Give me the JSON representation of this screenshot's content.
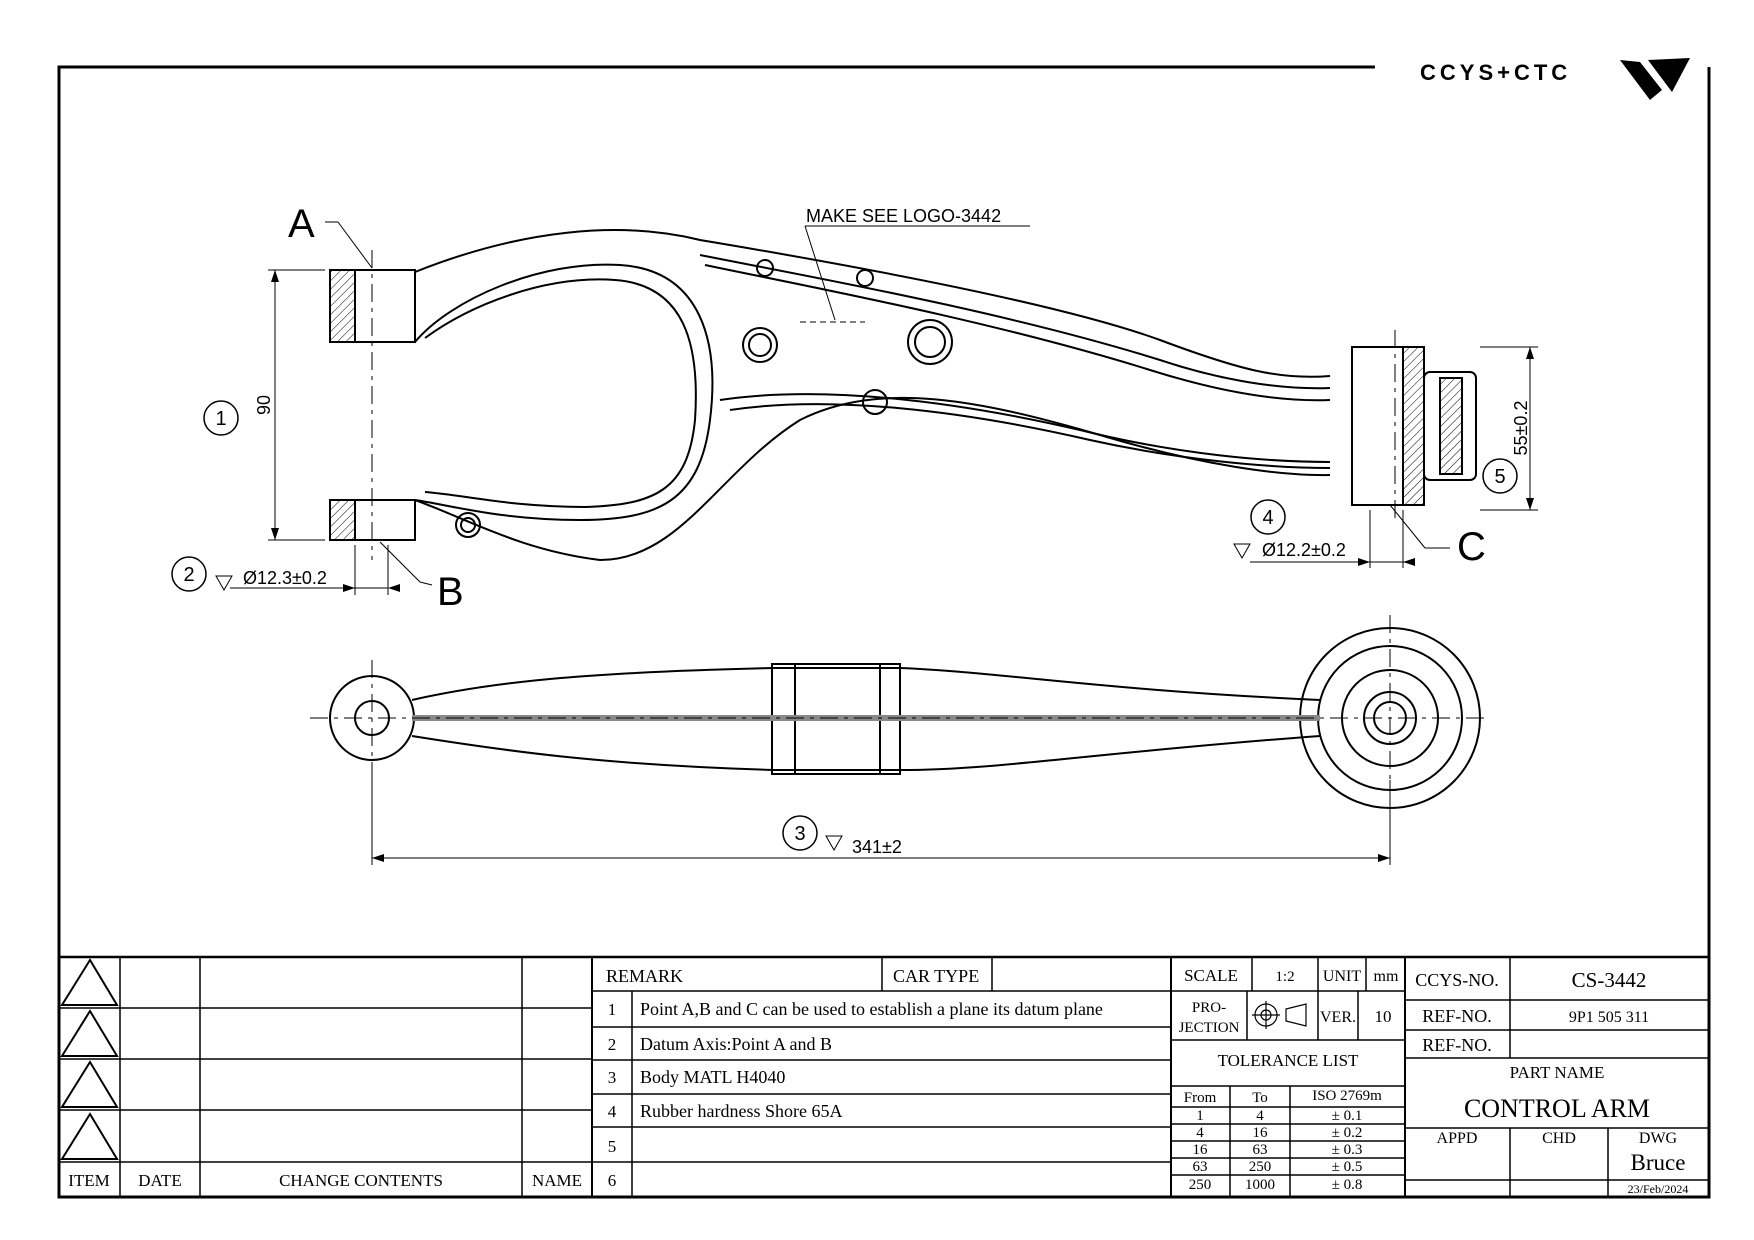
{
  "brand": {
    "logo_text": "CCYS+CTC"
  },
  "callouts": {
    "point_a": "A",
    "point_b": "B",
    "point_c": "C",
    "make_see_logo": "MAKE SEE LOGO-3442"
  },
  "dimensions": {
    "d1": {
      "num": "1",
      "value": "90"
    },
    "d2": {
      "num": "2",
      "value": "Ø12.3±0.2"
    },
    "d3": {
      "num": "3",
      "value": "341±2"
    },
    "d4": {
      "num": "4",
      "value": "Ø12.2±0.2"
    },
    "d5": {
      "num": "5",
      "value": "55±0.2"
    }
  },
  "revision_table": {
    "headers": {
      "item": "ITEM",
      "date": "DATE",
      "change": "CHANGE CONTENTS",
      "name": "NAME"
    }
  },
  "remarks": {
    "header": "REMARK",
    "car_type_label": "CAR TYPE",
    "car_type_value": "",
    "rows": [
      {
        "num": "1",
        "text": "Point A,B and C can be used to establish a plane its datum plane"
      },
      {
        "num": "2",
        "text": "Datum Axis:Point A and B"
      },
      {
        "num": "3",
        "text": "Body MATL H4040"
      },
      {
        "num": "4",
        "text": "Rubber hardness Shore 65A"
      },
      {
        "num": "5",
        "text": ""
      },
      {
        "num": "6",
        "text": ""
      }
    ]
  },
  "title_block": {
    "scale_label": "SCALE",
    "scale_value": "1:2",
    "unit_label": "UNIT",
    "unit_value": "mm",
    "projection_label_1": "PRO-",
    "projection_label_2": "JECTION",
    "ver_label": "VER.",
    "ver_value": "10",
    "ccys_label": "CCYS-NO.",
    "ccys_value": "CS-3442",
    "ref_label_1": "REF-NO.",
    "ref_value_1": "9P1 505 311",
    "ref_label_2": "REF-NO.",
    "ref_value_2": "",
    "part_name_label": "PART NAME",
    "part_name_value": "CONTROL ARM",
    "appd_label": "APPD",
    "chd_label": "CHD",
    "dwg_label": "DWG",
    "dwg_value": "Bruce",
    "date_value": "23/Feb/2024"
  },
  "tolerance_list": {
    "title": "TOLERANCE LIST",
    "headers": [
      "From",
      "To",
      "ISO 2769m"
    ],
    "rows": [
      [
        "1",
        "4",
        "± 0.1"
      ],
      [
        "4",
        "16",
        "± 0.2"
      ],
      [
        "16",
        "63",
        "± 0.3"
      ],
      [
        "63",
        "250",
        "± 0.5"
      ],
      [
        "250",
        "1000",
        "± 0.8"
      ]
    ]
  }
}
